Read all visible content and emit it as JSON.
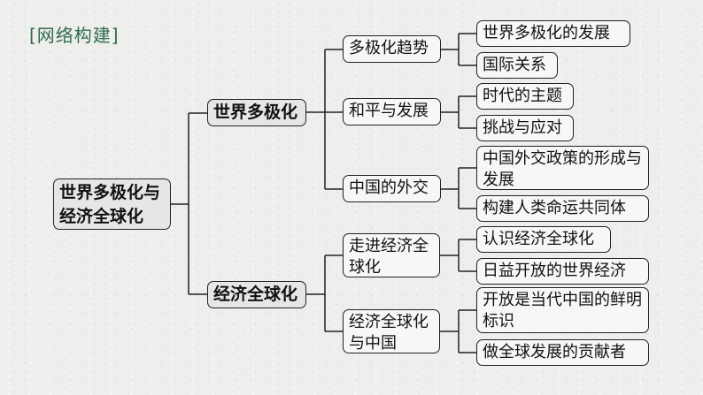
{
  "title": "[网络构建]",
  "colors": {
    "title": "#2f6b4e",
    "line": "#222222",
    "node_fill": "#f7f7f5",
    "key_fill": "#e6e6e4"
  },
  "root": {
    "label": "世界多极化与经济全球化"
  },
  "branches": [
    {
      "label": "世界多极化",
      "children": [
        {
          "label": "多极化趋势",
          "children": [
            "世界多极化的发展",
            "国际关系"
          ]
        },
        {
          "label": "和平与发展",
          "children": [
            "时代的主题",
            "挑战与应对"
          ]
        },
        {
          "label": "中国的外交",
          "children": [
            "中国外交政策的形成与发展",
            "构建人类命运共同体"
          ]
        }
      ]
    },
    {
      "label": "经济全球化",
      "children": [
        {
          "label": "走进经济全球化",
          "children": [
            "认识经济全球化",
            "日益开放的世界经济"
          ]
        },
        {
          "label": "经济全球化与中国",
          "children": [
            "开放是当代中国的鲜明标识",
            "做全球发展的贡献者"
          ]
        }
      ]
    }
  ]
}
